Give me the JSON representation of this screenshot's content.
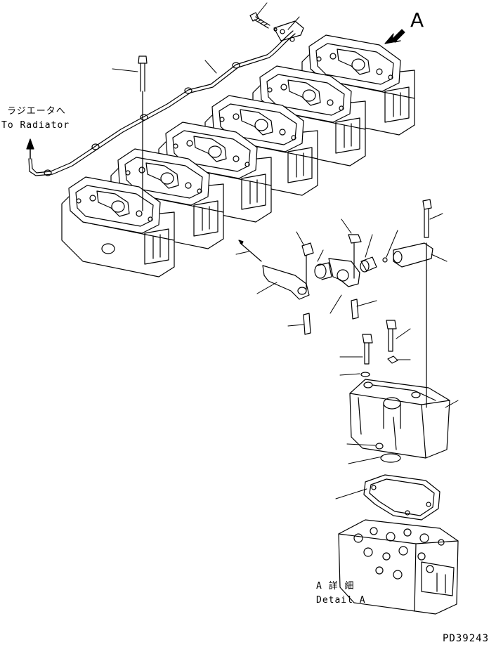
{
  "title_view": "A",
  "radiator_label_jp": "ラジエータへ",
  "radiator_label_en": "To Radiator",
  "detail_label_jp": "A 詳 細",
  "detail_label_en": "Detail A",
  "drawing_number": "PD39243",
  "colors": {
    "line": "#000000",
    "background": "#ffffff"
  }
}
